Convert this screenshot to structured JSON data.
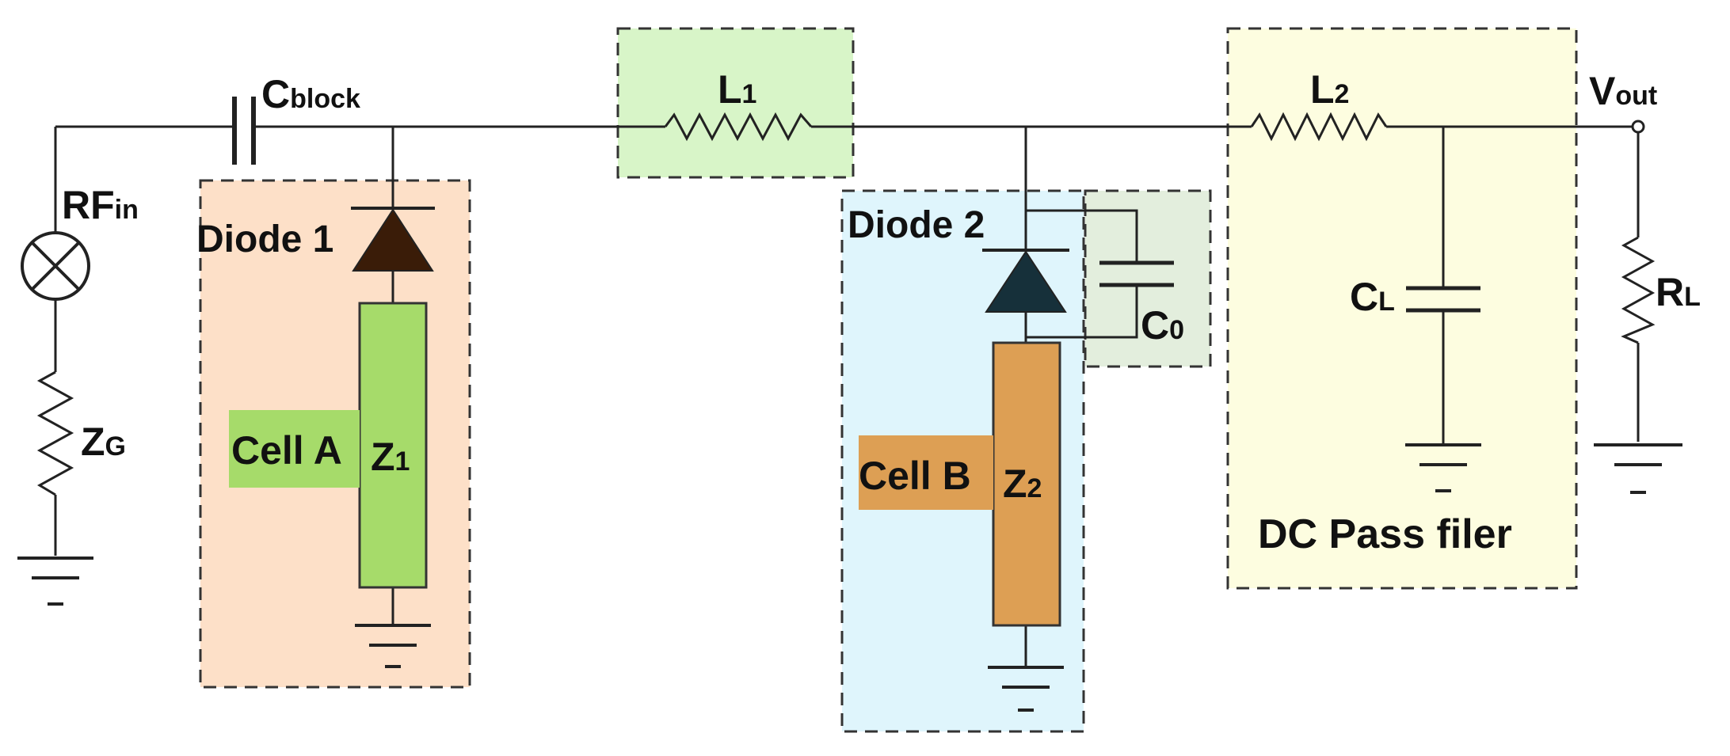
{
  "labels": {
    "c_block": {
      "main": "C",
      "sub": "block"
    },
    "rf_in": {
      "main": "RF",
      "sub": "in"
    },
    "z_g": {
      "main": "Z",
      "sub": "G"
    },
    "diode1": "Diode 1",
    "cell_a": "Cell A",
    "z1": {
      "main": "Z",
      "sub": "1"
    },
    "l1": {
      "main": "L",
      "sub": "1"
    },
    "diode2": "Diode 2",
    "c0": {
      "main": "C",
      "sub": "0"
    },
    "cell_b": "Cell B",
    "z2": {
      "main": "Z",
      "sub": "2"
    },
    "l2": {
      "main": "L",
      "sub": "2"
    },
    "v_out": {
      "main": "V",
      "sub": "out"
    },
    "c_l": {
      "main": "C",
      "sub": "L"
    },
    "r_l": {
      "main": "R",
      "sub": "L"
    },
    "dc_pass": "DC Pass filer"
  },
  "colors": {
    "diode1_box": "#fde0c8",
    "l1_box": "#d8f5c8",
    "diode2_box": "#dff5fc",
    "c0_box": "#e3eedd",
    "dc_box": "#fdfde0",
    "cell_a": "#a6db6a",
    "cell_b": "#dd9f54",
    "diode1_fill": "#3a1c08",
    "diode2_fill": "#16303a"
  }
}
